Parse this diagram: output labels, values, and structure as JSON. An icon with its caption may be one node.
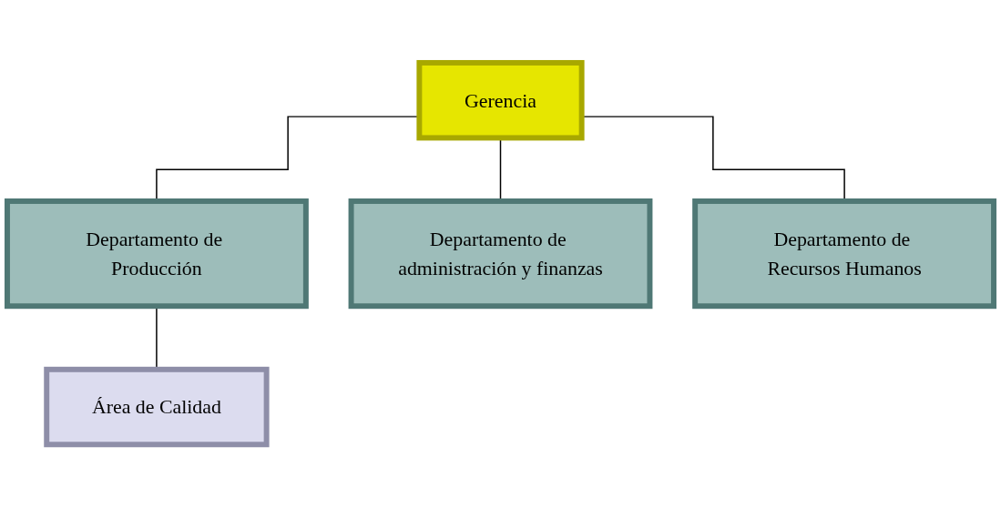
{
  "diagram": {
    "nodes": [
      {
        "text": [
          "Gerencia"
        ]
      },
      {
        "text": [
          "Departamento de Producción"
        ]
      },
      {
        "text": [
          "Departamento de administración y finanzas"
        ]
      },
      {
        "text": [
          "Departamento de Recursos Humanos"
        ]
      },
      {
        "text": [
          "Área de Calidad"
        ]
      }
    ],
    "edges": [
      {
        "from": 0,
        "to": 1,
        "arrow": "none"
      },
      {
        "from": 0,
        "to": 2,
        "arrow": "none"
      },
      {
        "from": 0,
        "to": 3,
        "arrow": "none"
      },
      {
        "from": 1,
        "to": 4,
        "arrow": "none"
      }
    ]
  }
}
